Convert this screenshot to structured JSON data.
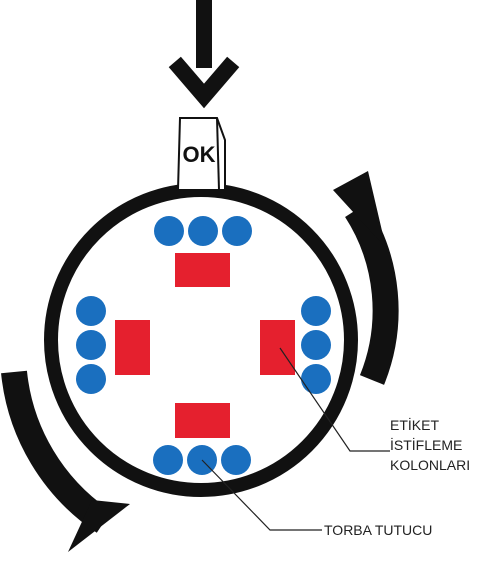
{
  "diagram": {
    "ok_tag": "OK",
    "label_columns": [
      "ETİKET",
      "İSTİFLEME",
      "KOLONLARI"
    ],
    "label_holder": "TORBA TUTUCU",
    "colors": {
      "ring": "#111111",
      "column": "#e5202e",
      "holder": "#1a6fbf",
      "arrow": "#111111",
      "leader": "#222222"
    },
    "icons": {
      "top_arrow": "arrow-down-icon",
      "rotation_arrows": "rotate-clockwise-icon"
    }
  }
}
